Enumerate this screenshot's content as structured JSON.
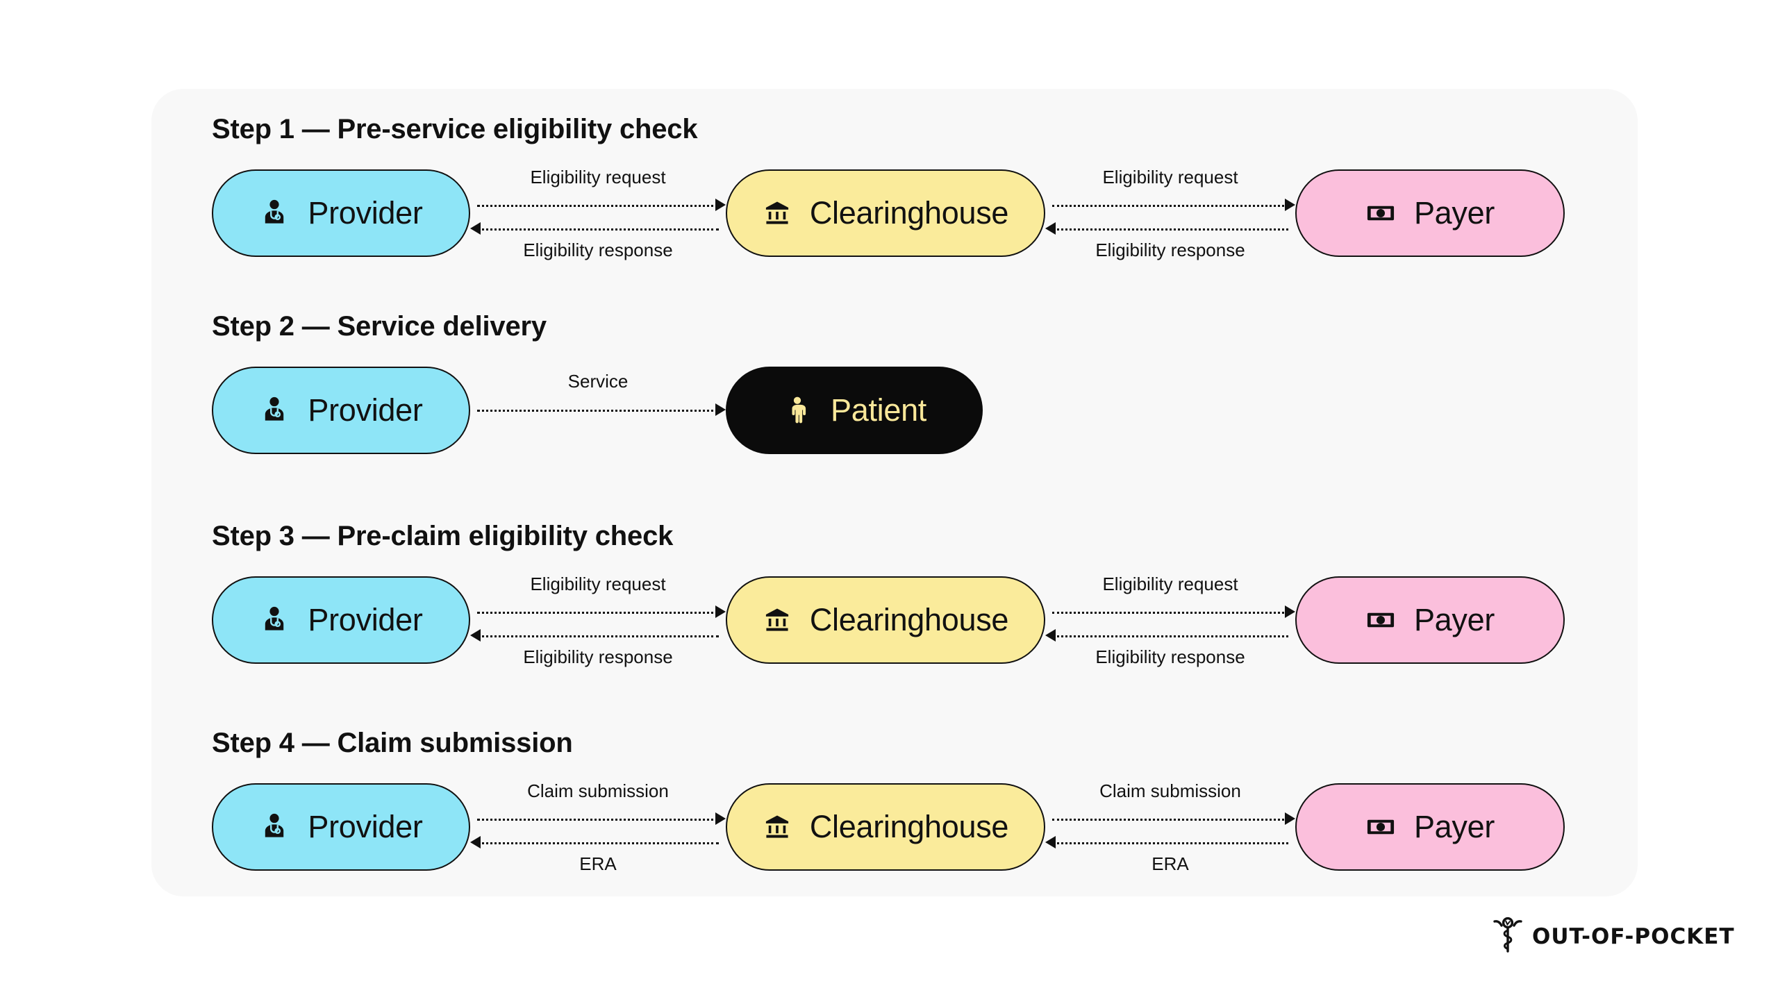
{
  "card": {
    "background": "#f8f8f8"
  },
  "colors": {
    "provider": "#8EE5F7",
    "clearinghouse": "#FAEB9B",
    "payer": "#FBBFDC",
    "patient": "#0B0B0B",
    "patient_text": "#FAE89A",
    "ink": "#111111",
    "page": "#ffffff"
  },
  "nodes": {
    "provider": {
      "label": "Provider",
      "icon": "doctor-icon"
    },
    "clearinghouse": {
      "label": "Clearinghouse",
      "icon": "bank-icon"
    },
    "payer": {
      "label": "Payer",
      "icon": "banknote-icon"
    },
    "patient": {
      "label": "Patient",
      "icon": "person-icon"
    }
  },
  "steps": [
    {
      "title": "Step 1 — Pre-service eligibility check",
      "left_connector": {
        "forward_label": "Eligibility request",
        "backward_label": "Eligibility response"
      },
      "right_connector": {
        "forward_label": "Eligibility request",
        "backward_label": "Eligibility response"
      }
    },
    {
      "title": "Step 2 — Service delivery",
      "single_connector": {
        "forward_label": "Service"
      }
    },
    {
      "title": "Step 3 — Pre-claim eligibility check",
      "left_connector": {
        "forward_label": "Eligibility request",
        "backward_label": "Eligibility response"
      },
      "right_connector": {
        "forward_label": "Eligibility request",
        "backward_label": "Eligibility response"
      }
    },
    {
      "title": "Step 4 — Claim submission",
      "left_connector": {
        "forward_label": "Claim submission",
        "backward_label": "ERA"
      },
      "right_connector": {
        "forward_label": "Claim submission",
        "backward_label": "ERA"
      }
    }
  ],
  "logo": {
    "text": "OUT-OF-POCKET",
    "icon": "caduceus-doodle-icon"
  }
}
